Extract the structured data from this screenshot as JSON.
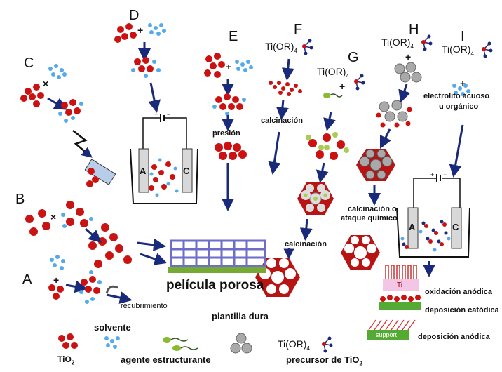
{
  "letters": {
    "a": "A",
    "b": "B",
    "c": "C",
    "d": "D",
    "e": "E",
    "f": "F",
    "g": "G",
    "h": "H",
    "i": "I"
  },
  "precursor_formula": "Ti(OR)",
  "precursor_subscript": "4",
  "steps": {
    "presion": "presión",
    "calcinacion_f": "calcinación",
    "calcinacion_g": "calcinación",
    "calcinacion_o": "calcinación o",
    "ataque_quimico": "ataque químico",
    "electrolito_1": "electrolito acuoso",
    "electrolito_2": "u orgánico",
    "recubrimiento": "recubrimiento",
    "oxidacion": "oxidación anódica",
    "dep_catodica": "deposición catódica",
    "dep_anodica": "deposición anódica"
  },
  "electrodes": {
    "anode": "A",
    "cathode": "C"
  },
  "result": "película porosa",
  "substrates": {
    "ti": "Ti",
    "support": "support"
  },
  "legend": {
    "tio2": "TiO",
    "tio2_sub": "2",
    "solvente": "solvente",
    "agente": "agente estructurante",
    "plantilla": "plantilla dura",
    "precursor": "precursor de TiO",
    "precursor_sub": "2"
  },
  "colors": {
    "tio2": "#cc1111",
    "solvent": "#55aaee",
    "arrow": "#1a2a7a",
    "hex": "#b81414",
    "film_grid": "#6e6ec8",
    "film_base": "#77aa33"
  }
}
